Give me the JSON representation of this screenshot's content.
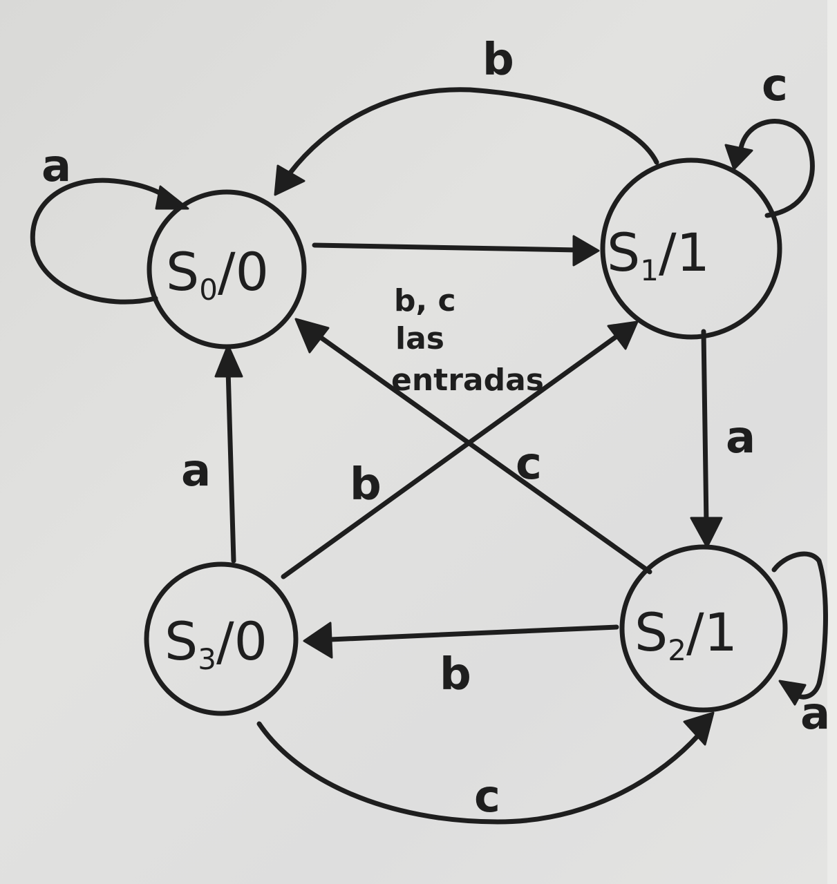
{
  "diagram": {
    "states": [
      {
        "id": "s0",
        "name": "S",
        "subscript": "0",
        "output": "/0"
      },
      {
        "id": "s1",
        "name": "S",
        "subscript": "1",
        "output": "/1"
      },
      {
        "id": "s2",
        "name": "S",
        "subscript": "2",
        "output": "/1"
      },
      {
        "id": "s3",
        "name": "S",
        "subscript": "3",
        "output": "/0"
      }
    ],
    "transitions": [
      {
        "from": "s0",
        "to": "s0",
        "label": "a"
      },
      {
        "from": "s0",
        "to": "s1",
        "label": ""
      },
      {
        "from": "s1",
        "to": "s0",
        "label": "b"
      },
      {
        "from": "s1",
        "to": "s1",
        "label": "c"
      },
      {
        "from": "s1",
        "to": "s2",
        "label": "a"
      },
      {
        "from": "s2",
        "to": "s2",
        "label": "a"
      },
      {
        "from": "s2",
        "to": "s3",
        "label": "b"
      },
      {
        "from": "s2",
        "to": "s0",
        "label": "c"
      },
      {
        "from": "s3",
        "to": "s0",
        "label": "a"
      },
      {
        "from": "s3",
        "to": "s1",
        "label": "b"
      },
      {
        "from": "s3",
        "to": "s2",
        "label": "c"
      }
    ],
    "note": [
      "b, c",
      "las",
      "entradas"
    ]
  }
}
